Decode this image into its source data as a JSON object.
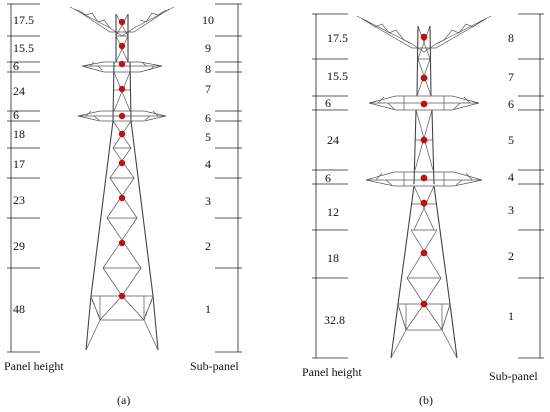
{
  "figure_a": {
    "caption": "(a)",
    "axis_left_label": "Panel height",
    "axis_right_label": "Sub-panel",
    "panel_heights": [
      "17.5",
      "15.5",
      "6",
      "24",
      "6",
      "18",
      "17",
      "23",
      "29",
      "48"
    ],
    "sub_panels": [
      "10",
      "9",
      "8",
      "7",
      "6",
      "5",
      "4",
      "3",
      "2",
      "1"
    ]
  },
  "figure_b": {
    "caption": "(b)",
    "axis_left_label": "Panel height",
    "axis_right_label": "Sub-panel",
    "panel_heights": [
      "17.5",
      "15.5",
      "6",
      "24",
      "6",
      "12",
      "18",
      "32.8"
    ],
    "sub_panels": [
      "8",
      "7",
      "6",
      "5",
      "4",
      "3",
      "2",
      "1"
    ]
  },
  "colors": {
    "node": "#b81414",
    "truss": "#555555",
    "dimension": "#222222"
  }
}
